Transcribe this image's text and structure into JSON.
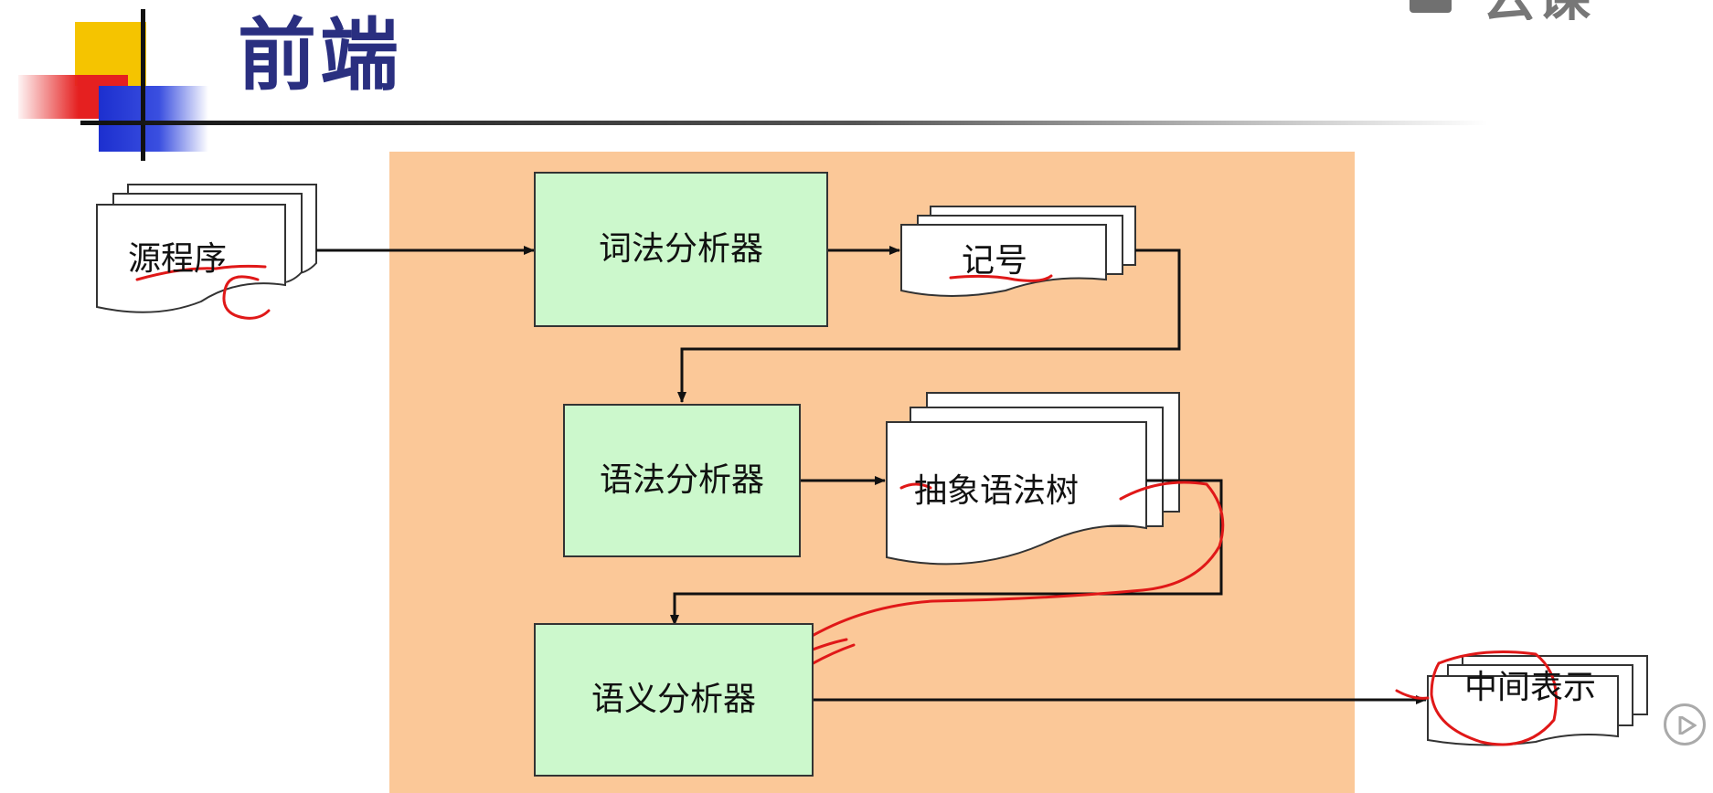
{
  "slide": {
    "title": "前端",
    "watermark": "云课堂"
  },
  "diagram": {
    "nodes": {
      "source_program": "源程序",
      "lexical_analyzer": "词法分析器",
      "tokens": "记号",
      "syntax_analyzer": "语法分析器",
      "abstract_syntax_tree": "抽象语法树",
      "semantic_analyzer": "语义分析器",
      "intermediate_representation": "中间表示"
    }
  },
  "colors": {
    "frontend_region": "#fbc898",
    "analyzer_box": "#ccf8cc",
    "title": "#2a2f80",
    "annotation": "#e01818"
  },
  "icons": [
    "play-icon"
  ]
}
